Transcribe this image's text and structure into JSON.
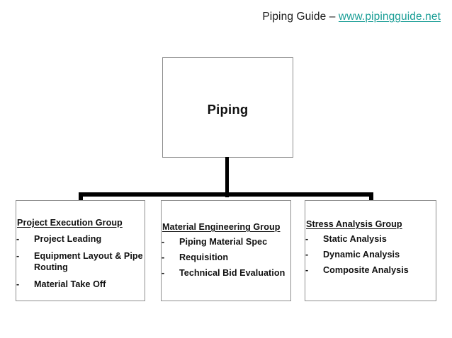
{
  "header": {
    "prefix": "Piping Guide",
    "separator": "–",
    "link_text": "www.pipingguide.net",
    "link_color": "#1a9e96"
  },
  "diagram": {
    "root": {
      "label": "Piping"
    },
    "groups": [
      {
        "title": "Project Execution Group",
        "bullet": "-",
        "items": [
          "Project Leading",
          "Equipment Layout & Pipe Routing",
          "Material Take Off"
        ]
      },
      {
        "title": "Material Engineering Group",
        "bullet": "-",
        "items": [
          "Piping Material Spec",
          "Requisition",
          "Technical Bid Evaluation"
        ]
      },
      {
        "title": "Stress Analysis Group",
        "bullet": "-",
        "items": [
          "Static Analysis",
          "Dynamic Analysis",
          "Composite Analysis"
        ]
      }
    ]
  }
}
